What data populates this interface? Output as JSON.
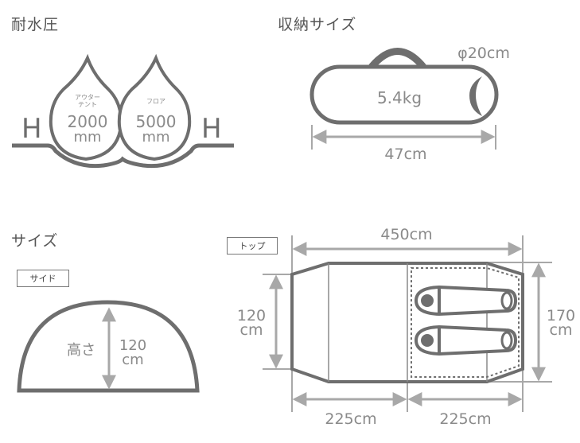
{
  "sections": {
    "water_pressure": {
      "title": "耐水圧",
      "outer_tent": {
        "label_line1": "アウター",
        "label_line2": "テント",
        "value": "2000",
        "unit": "mm"
      },
      "floor": {
        "label": "フロア",
        "value": "5000",
        "unit": "mm"
      },
      "h_left": "H",
      "h_right": "H"
    },
    "storage_size": {
      "title": "収納サイズ",
      "weight": "5.4kg",
      "diameter": "φ20cm",
      "length": "47cm"
    },
    "size": {
      "title": "サイズ",
      "side_view": {
        "tag": "サイド",
        "height_label": "高さ",
        "height_value": "120",
        "height_unit": "cm"
      },
      "top_view": {
        "tag": "トップ",
        "total_length": "450cm",
        "front_width_value": "120",
        "front_width_unit": "cm",
        "rear_width_value": "170",
        "rear_width_unit": "cm",
        "front_section_length": "225cm",
        "rear_section_length": "225cm"
      }
    }
  },
  "colors": {
    "stroke_dark": "#6e6e6e",
    "stroke_light": "#a8a8a8",
    "text": "#8a8a8a",
    "heading": "#555555"
  }
}
